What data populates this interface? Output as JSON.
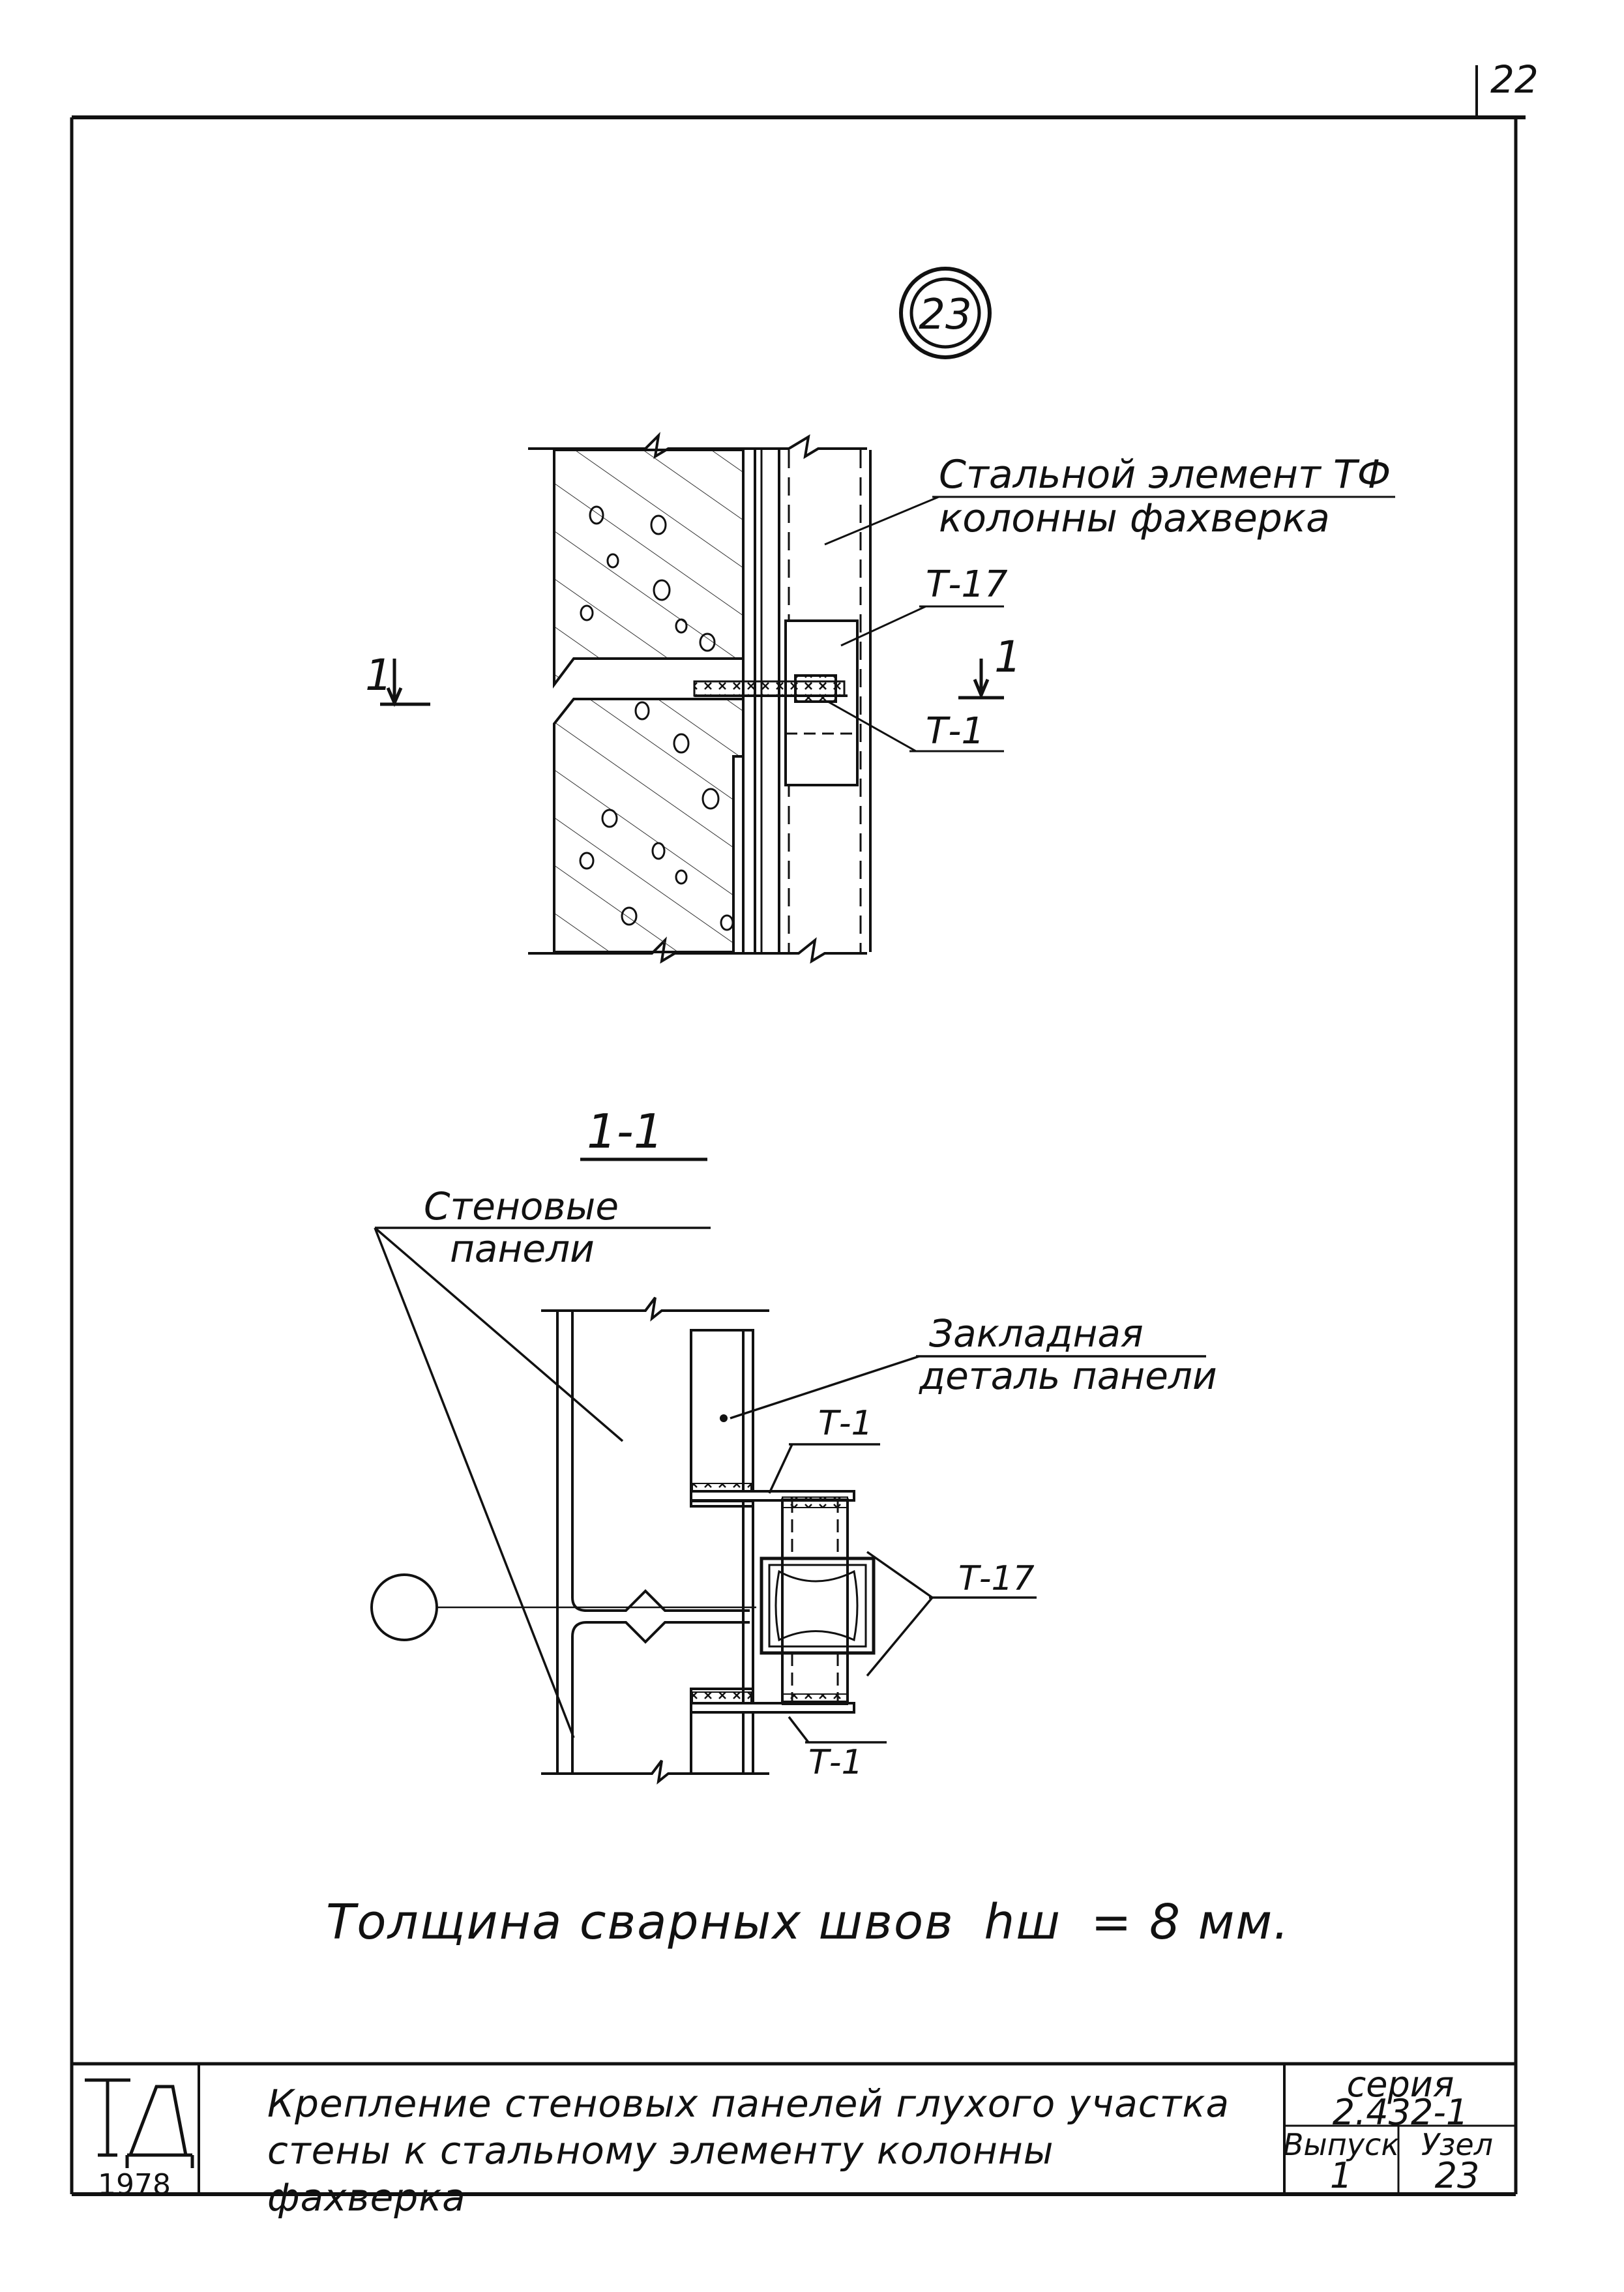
{
  "sheet": {
    "page_number": "22"
  },
  "detail_marker": "23",
  "elevation": {
    "label_steel": "Стальной элемент ТФ",
    "label_column": "колонны фахверка",
    "label_t17": "Т-17",
    "label_t1": "Т-1",
    "section_mark_left": "1",
    "section_mark_right": "1"
  },
  "section": {
    "title": "1-1",
    "label_wall_panels_line1": "Стеновые",
    "label_wall_panels_line2": "панели",
    "label_embedded_line1": "Закладная",
    "label_embedded_line2": "деталь панели",
    "label_t1_top": "Т-1",
    "label_t17": "Т-17",
    "label_t1_bottom": "Т-1"
  },
  "note": {
    "text": "Толщина сварных швов",
    "symbol": "hш",
    "value": "= 8 мм."
  },
  "title_block": {
    "logo": "ТД",
    "year": "1978",
    "title_line1": "Крепление стеновых панелей глухого участка",
    "title_line2": "стены к стальному элементу колонны фахверка",
    "series_label": "серия",
    "series_value": "2.432-1",
    "issue_label": "Выпуск",
    "issue_value": "1",
    "node_label": "Узел",
    "node_value": "23"
  }
}
